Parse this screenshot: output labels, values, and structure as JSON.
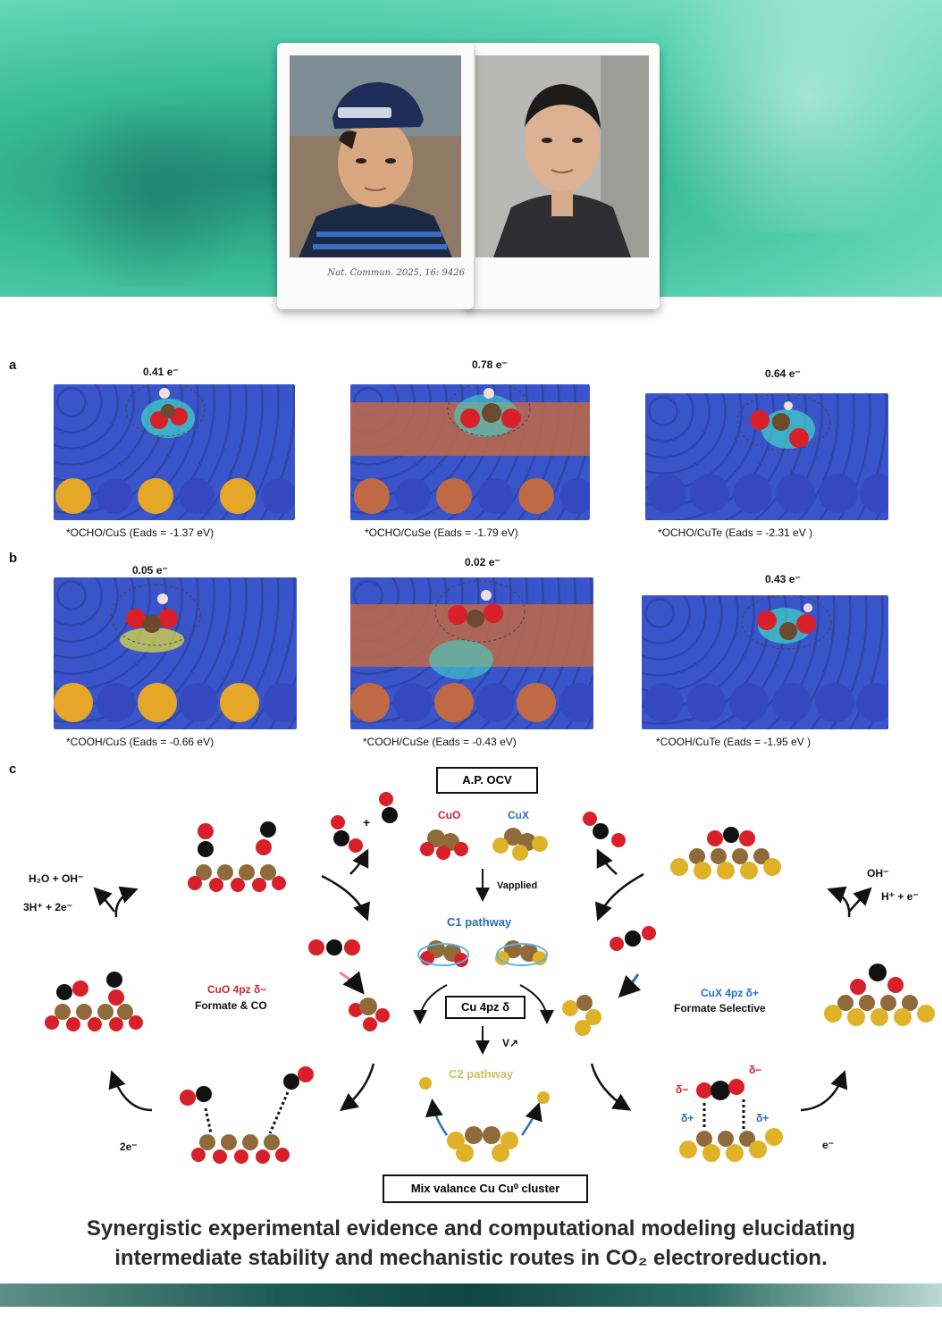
{
  "photo_caption": "Nat. Commun. 2025, 16: 9426",
  "panel_labels": [
    "a",
    "b",
    "c"
  ],
  "panel_a": [
    {
      "charge": "0.41 e⁻",
      "label": "*OCHO/CuS  (Eads = -1.37 eV)"
    },
    {
      "charge": "0.78 e⁻",
      "label": "*OCHO/CuSe  (Eads = -1.79 eV)"
    },
    {
      "charge": "0.64 e⁻",
      "label": "*OCHO/CuTe  (Eads = -2.31 eV )"
    }
  ],
  "panel_b": [
    {
      "charge": "0.05 e⁻",
      "label": "*COOH/CuS  (Eads = -0.66 eV)"
    },
    {
      "charge": "0.02 e⁻",
      "label": "*COOH/CuSe  (Eads = -0.43 eV)"
    },
    {
      "charge": "0.43 e⁻",
      "label": "*COOH/CuTe  (Eads = -1.95 eV )"
    }
  ],
  "panel_c": {
    "top_box": "A.P. OCV",
    "cuo": "CuO",
    "cux": "CuX",
    "v_applied": "Vapplied",
    "c1": "C1 pathway",
    "center_box": "Cu 4pz δ",
    "v_arrow": "V↗",
    "c2": "C2 pathway",
    "bottom_box": "Mix valance Cu Cu⁰ cluster",
    "left_reaction_1": "H₂O + OH⁻",
    "left_reaction_2": "3H⁺ + 2e⁻",
    "left_title": "CuO 4pz δ−",
    "left_subtitle": "Formate & CO",
    "left_electrons": "2e⁻",
    "right_reaction_1": "OH⁻",
    "right_reaction_2": "H⁺ + e⁻",
    "right_title": "CuX 4pz δ+",
    "right_subtitle": "Formate Selective",
    "right_electrons": "e⁻",
    "delta_minus": "δ−",
    "delta_plus": "δ+",
    "plus": "+"
  },
  "caption_line1": "Synergistic experimental evidence and computational modeling elucidating",
  "caption_line2": "intermediate stability and mechanistic routes in CO₂ electroreduction.",
  "colors": {
    "banner": "#37b895",
    "oxygen": "#d8202a",
    "copper": "#b38b5a",
    "chalcogen": "#e0b22a",
    "cu_surface": "#c06a45",
    "substrate": "#3a55c9"
  }
}
